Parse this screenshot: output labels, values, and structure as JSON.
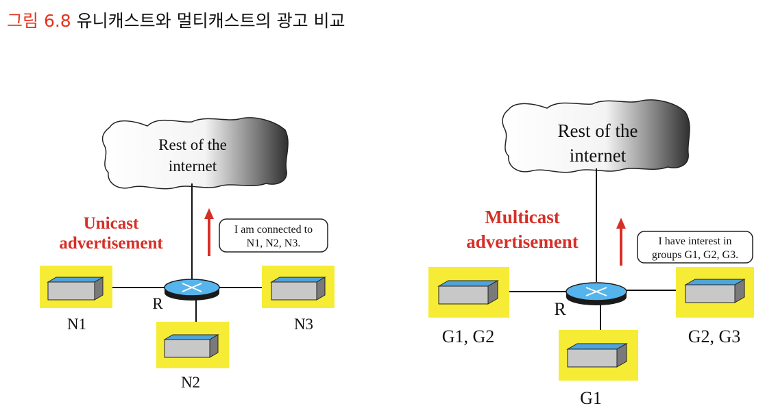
{
  "title": {
    "label": "그림 6.8",
    "text": "유니캐스트와 멀티캐스트의 광고 비교"
  },
  "colors": {
    "accent_red": "#d62f27",
    "highlight_yellow": "#f6ec36",
    "host_top": "#4fa4dc",
    "router_fill": "#55b4ec"
  },
  "left": {
    "cloud_line1": "Rest of the",
    "cloud_line2": "internet",
    "title_line1": "Unicast",
    "title_line2": "advertisement",
    "message_line1": "I am connected to",
    "message_line2": "N1, N2, N3.",
    "router_label": "R",
    "hosts": [
      "N1",
      "N2",
      "N3"
    ]
  },
  "right": {
    "cloud_line1": "Rest of the",
    "cloud_line2": "internet",
    "title_line1": "Multicast",
    "title_line2": "advertisement",
    "message_line1": "I have interest in",
    "message_line2": "groups G1, G2, G3.",
    "router_label": "R",
    "hosts": [
      "G1, G2",
      "G1",
      "G2, G3"
    ]
  }
}
